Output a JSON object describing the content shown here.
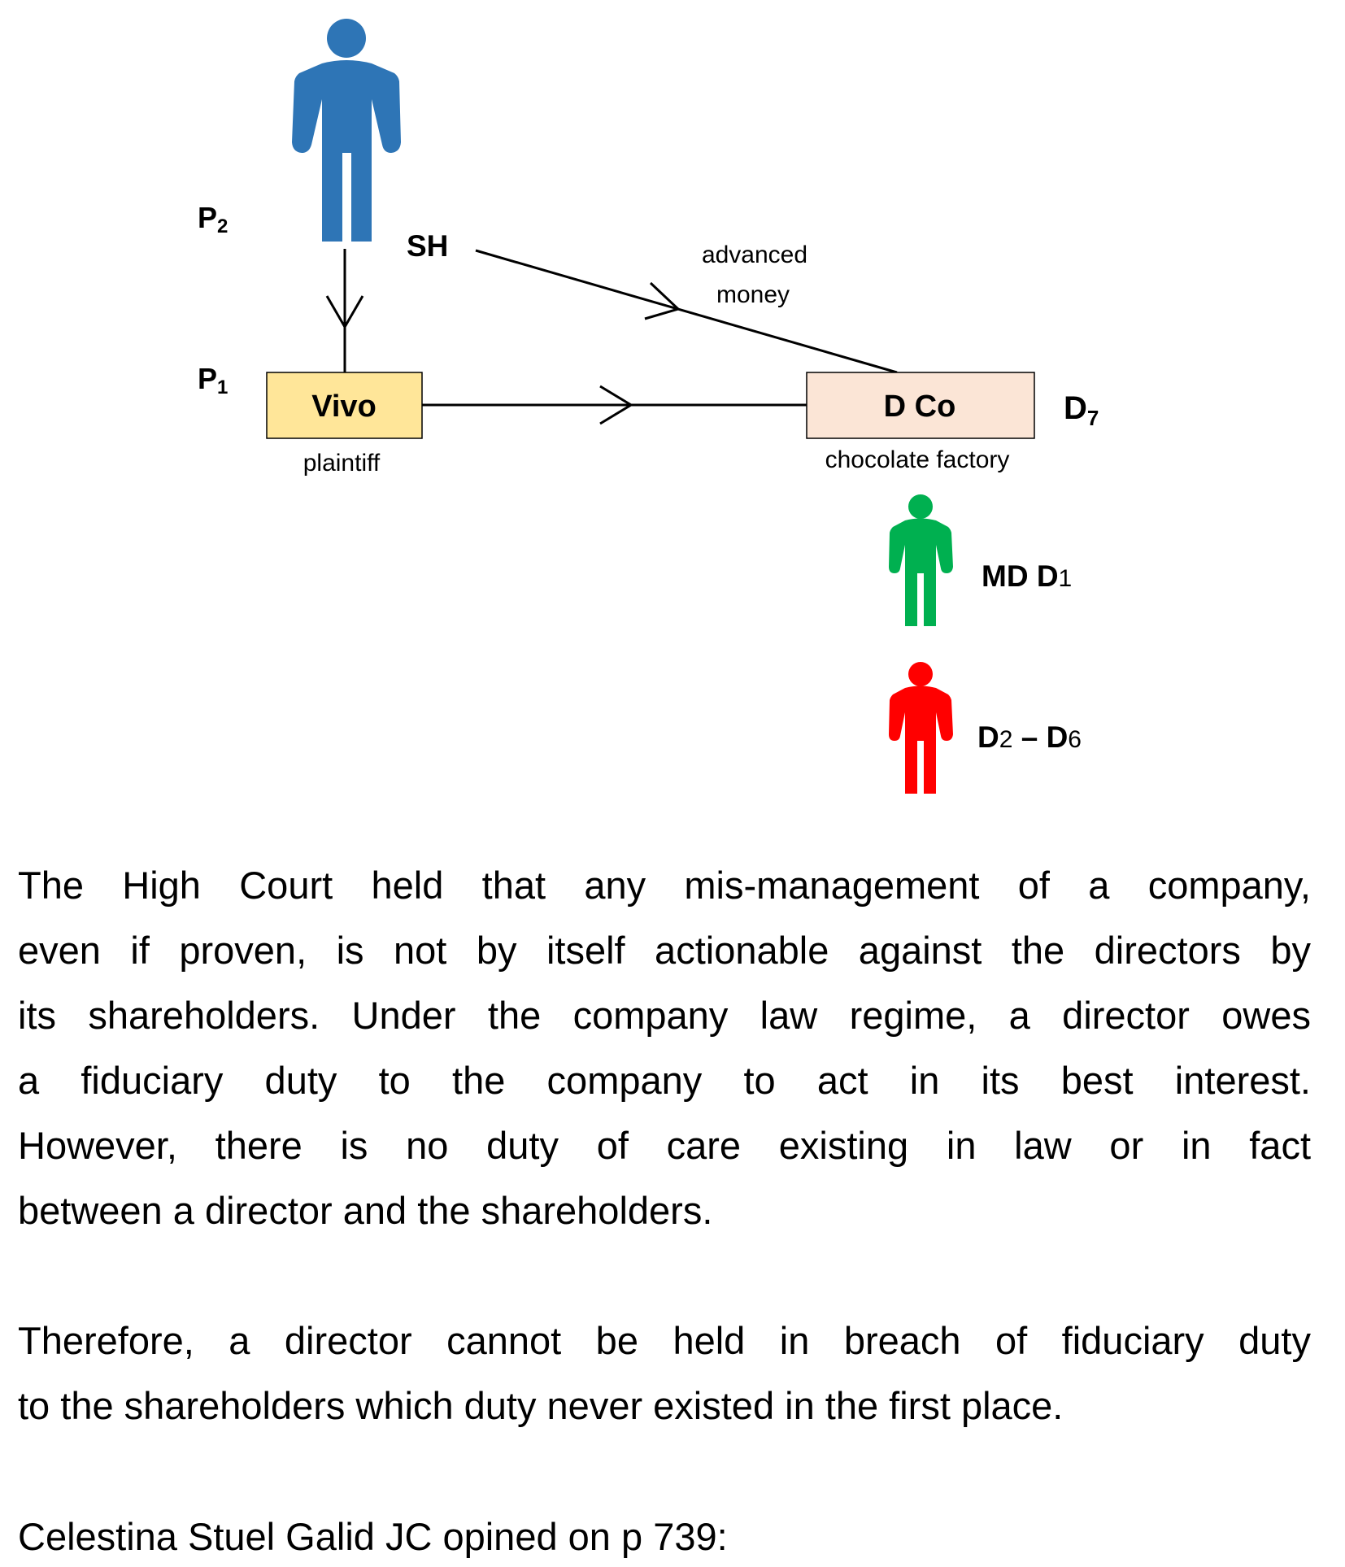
{
  "diagram": {
    "parties": {
      "p2": {
        "label": "P",
        "sub": "2"
      },
      "p1": {
        "label": "P",
        "sub": "1"
      },
      "sh": {
        "label": "SH"
      },
      "d7": {
        "label": "D",
        "sub": "7"
      }
    },
    "boxes": {
      "vivo": {
        "label": "Vivo",
        "caption": "plaintiff",
        "fill": "#FFE699"
      },
      "dco": {
        "label": "D Co",
        "caption": "chocolate factory",
        "fill": "#FBE5D6"
      }
    },
    "arrow_label": {
      "line1": "advanced",
      "line2": "money"
    },
    "people": {
      "shareholder": {
        "color": "#2E75B6"
      },
      "md": {
        "color": "#00B050",
        "label": "MD D",
        "sub": "1"
      },
      "directors": {
        "color": "#FF0000",
        "label_a": "D",
        "sub_a": "2",
        "dash": " – ",
        "label_b": "D",
        "sub_b": "6"
      }
    }
  },
  "body": {
    "paragraph1": [
      "The High Court held that any mis-management of a company,",
      "even if proven, is not by itself actionable against the directors by",
      "its shareholders. Under the company law regime, a director owes",
      "a fiduciary duty to the company to act in its best interest.",
      "However, there is no duty of care existing in law or in fact",
      "between a director and the shareholders."
    ],
    "paragraph2": [
      "Therefore, a director cannot be held in breach of fiduciary duty",
      "to the shareholders which duty never existed in the first place."
    ],
    "paragraph3": [
      "Celestina Stuel Galid JC opined on p 739:"
    ]
  }
}
